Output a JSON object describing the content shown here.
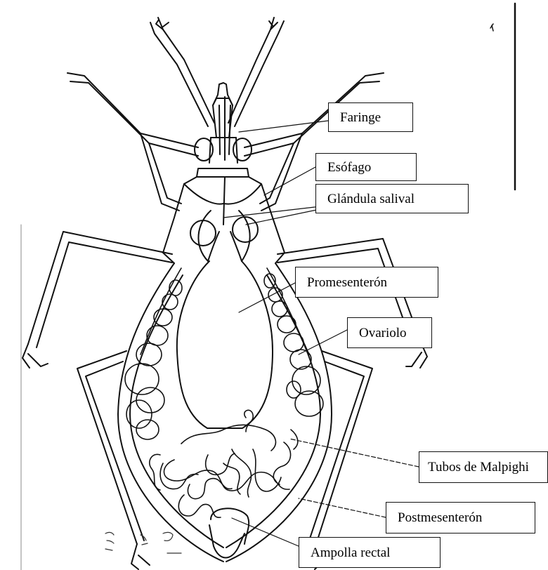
{
  "diagram": {
    "colors": {
      "ink": "#111111",
      "paper": "#ffffff"
    },
    "labels": {
      "faringe": "Faringe",
      "esofago": "Esófago",
      "glandula_salival": "Glándula salival",
      "promesenteron": "Promesenterón",
      "ovariolo": "Ovariolo",
      "tubos_malpighi": "Tubos de Malpighi",
      "postmesenteron": "Postmesenterón",
      "ampolla_rectal": "Ampolla rectal"
    }
  }
}
